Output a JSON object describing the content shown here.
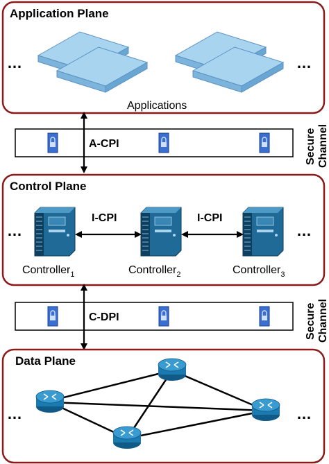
{
  "planes": {
    "application": {
      "title": "Application Plane",
      "caption": "Applications"
    },
    "control": {
      "title": "Control Plane"
    },
    "data": {
      "title": "Data Plane"
    }
  },
  "channels": {
    "upper": {
      "label": "A-CPI",
      "side_label_1": "Secure",
      "side_label_2": "Channel"
    },
    "lower": {
      "label": "C-DPI",
      "side_label_1": "Secure",
      "side_label_2": "Channel"
    }
  },
  "interfaces": {
    "left": "I-CPI",
    "right": "I-CPI"
  },
  "controllers": [
    {
      "name": "Controller",
      "sub": "1"
    },
    {
      "name": "Controller",
      "sub": "2"
    },
    {
      "name": "Controller",
      "sub": "3"
    }
  ],
  "ellipsis": "…",
  "colors": {
    "plane_border": "#8b1a1a",
    "app_tile": "#a8d4ef",
    "controller": "#1f6a96",
    "router": "#1b7ab0",
    "lock": "#3a6fd0"
  }
}
